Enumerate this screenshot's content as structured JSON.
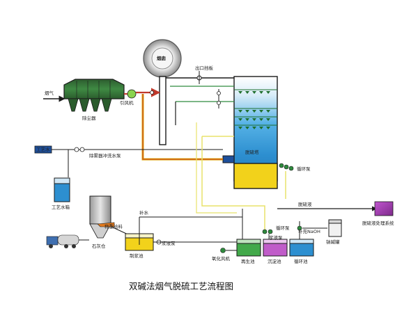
{
  "diagram": {
    "title": "双碱法烟气脱硫工艺流程图",
    "labels": {
      "chimney": "烟囱",
      "flue_gas": "烟气",
      "dust_collector": "除尘器",
      "induced_fan": "引风机",
      "outlet_damper": "出口挡板",
      "desulfurization_tower": "脱硫塔",
      "circulation_pump_tower": "循环泵",
      "process_water": "工艺水",
      "demister_wash_pump": "除雾器冲洗水泵",
      "process_water_tank": "工艺水箱",
      "desulfurization_liquid": "脱硫液",
      "liquid_treatment_system": "脱硫液处理系统",
      "makeup_water": "补水",
      "weigh_feeder": "称重给料",
      "lime_silo": "石灰仓",
      "slurry_pump": "浆液泵",
      "slurry_tank": "制浆池",
      "oxidation_fan": "氧化风机",
      "regeneration_tank": "再生池",
      "circulation_pump": "循环泵",
      "slurry_pump_2": "浆液泵",
      "sedimentation_tank": "沉淀池",
      "circulation_tank": "循环池",
      "naoh_supply": "补充NaOH",
      "soda_tank": "钠碱罐"
    },
    "colors": {
      "flue_gas_line": "#c0392b",
      "hot_gas_line": "#e0a800",
      "water_line": "#2f8a3e",
      "liquid_line": "#e8e26a",
      "pipe_dark": "#1a1a1a",
      "tower_blue": "#3fa0dc",
      "tower_yellow": "#f2d21b",
      "treatment_purple": "#a33fb0"
    }
  }
}
